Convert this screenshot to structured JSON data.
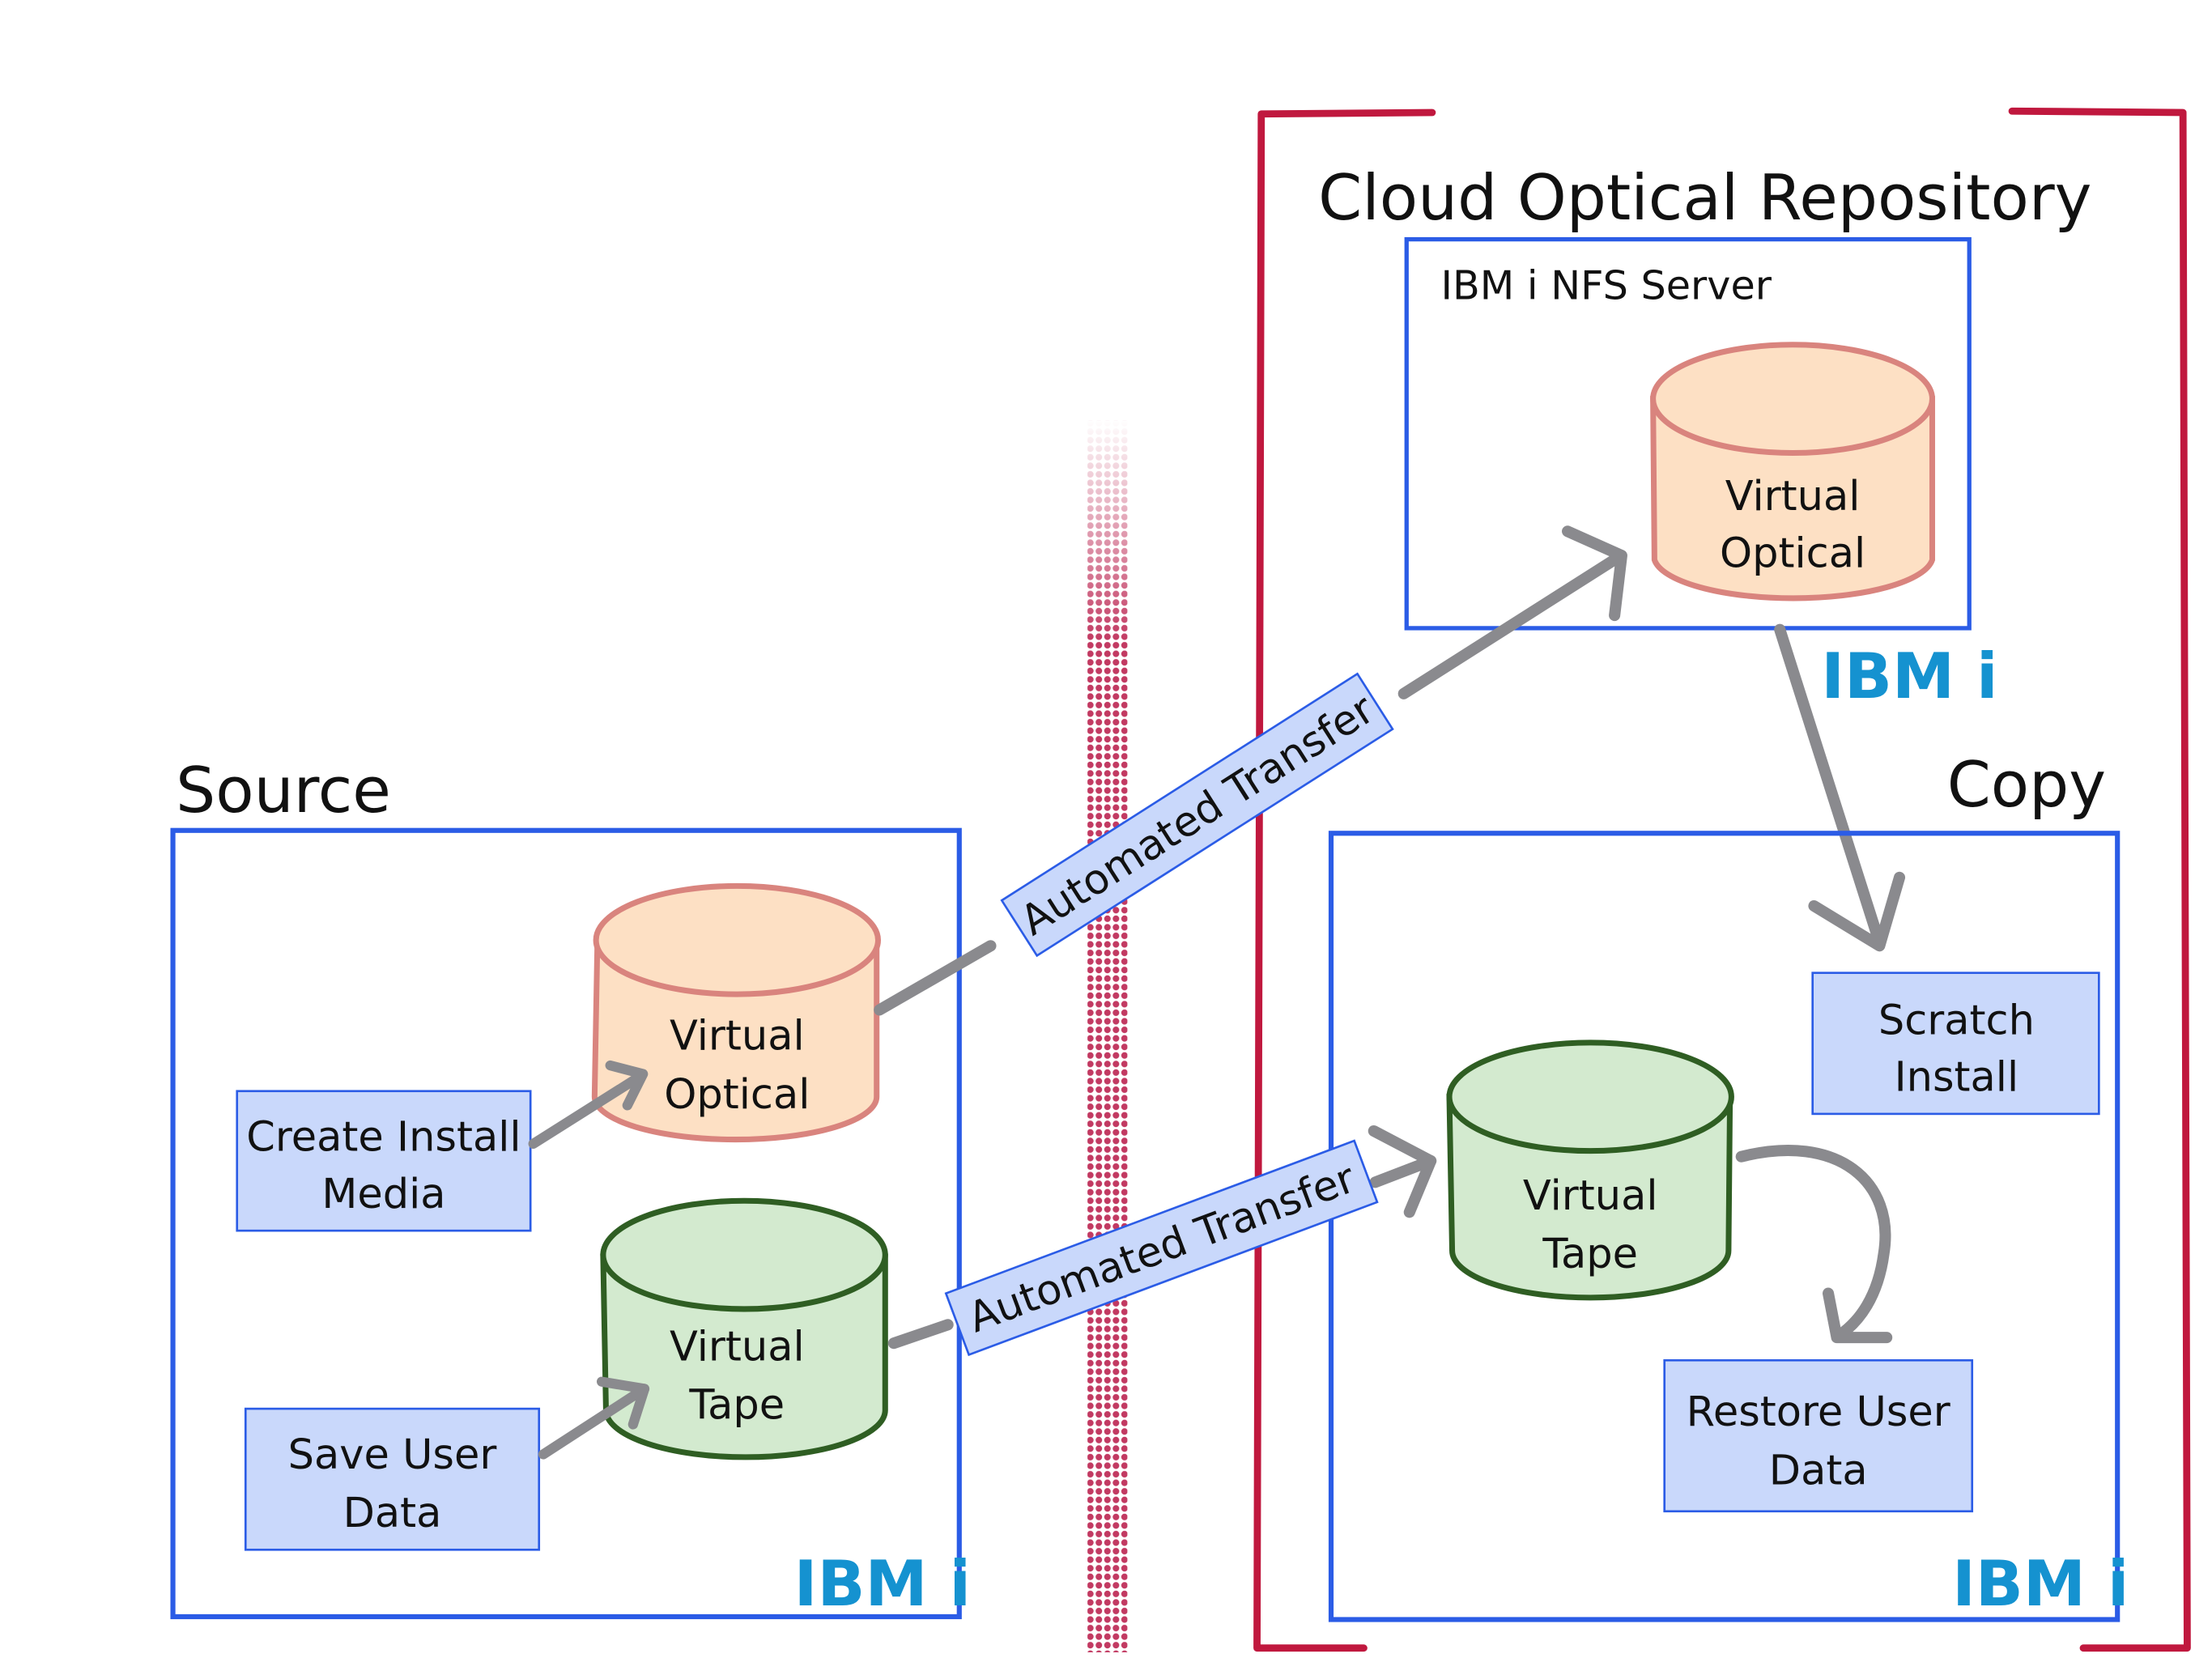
{
  "source": {
    "title": "Source",
    "badge": "IBM i",
    "optical_label_line1": "Virtual",
    "optical_label_line2": "Optical",
    "tape_label_line1": "Virtual",
    "tape_label_line2": "Tape",
    "create_install_line1": "Create Install",
    "create_install_line2": "Media",
    "save_user_line1": "Save User",
    "save_user_line2": "Data"
  },
  "cloud": {
    "title": "Cloud Optical Repository",
    "server_label": "IBM i NFS Server",
    "badge": "IBM i",
    "optical_label_line1": "Virtual",
    "optical_label_line2": "Optical"
  },
  "copy": {
    "title": "Copy",
    "badge": "IBM i",
    "tape_label_line1": "Virtual",
    "tape_label_line2": "Tape",
    "scratch_line1": "Scratch",
    "scratch_line2": "Install",
    "restore_line1": "Restore User",
    "restore_line2": "Data"
  },
  "transfers": {
    "optical_transfer": "Automated Transfer",
    "tape_transfer": "Automated Transfer"
  },
  "colors": {
    "box_border": "#2b5ce6",
    "action_box_fill": "#c9d8fb",
    "optical_fill": "#fde0c4",
    "optical_stroke": "#d9847e",
    "tape_fill": "#d3eacf",
    "tape_stroke": "#2f5e23",
    "arrow": "#8a8a8e",
    "bracket": "#c0183e",
    "divider": "#c23a62",
    "ibm_badge": "#1592d0"
  }
}
